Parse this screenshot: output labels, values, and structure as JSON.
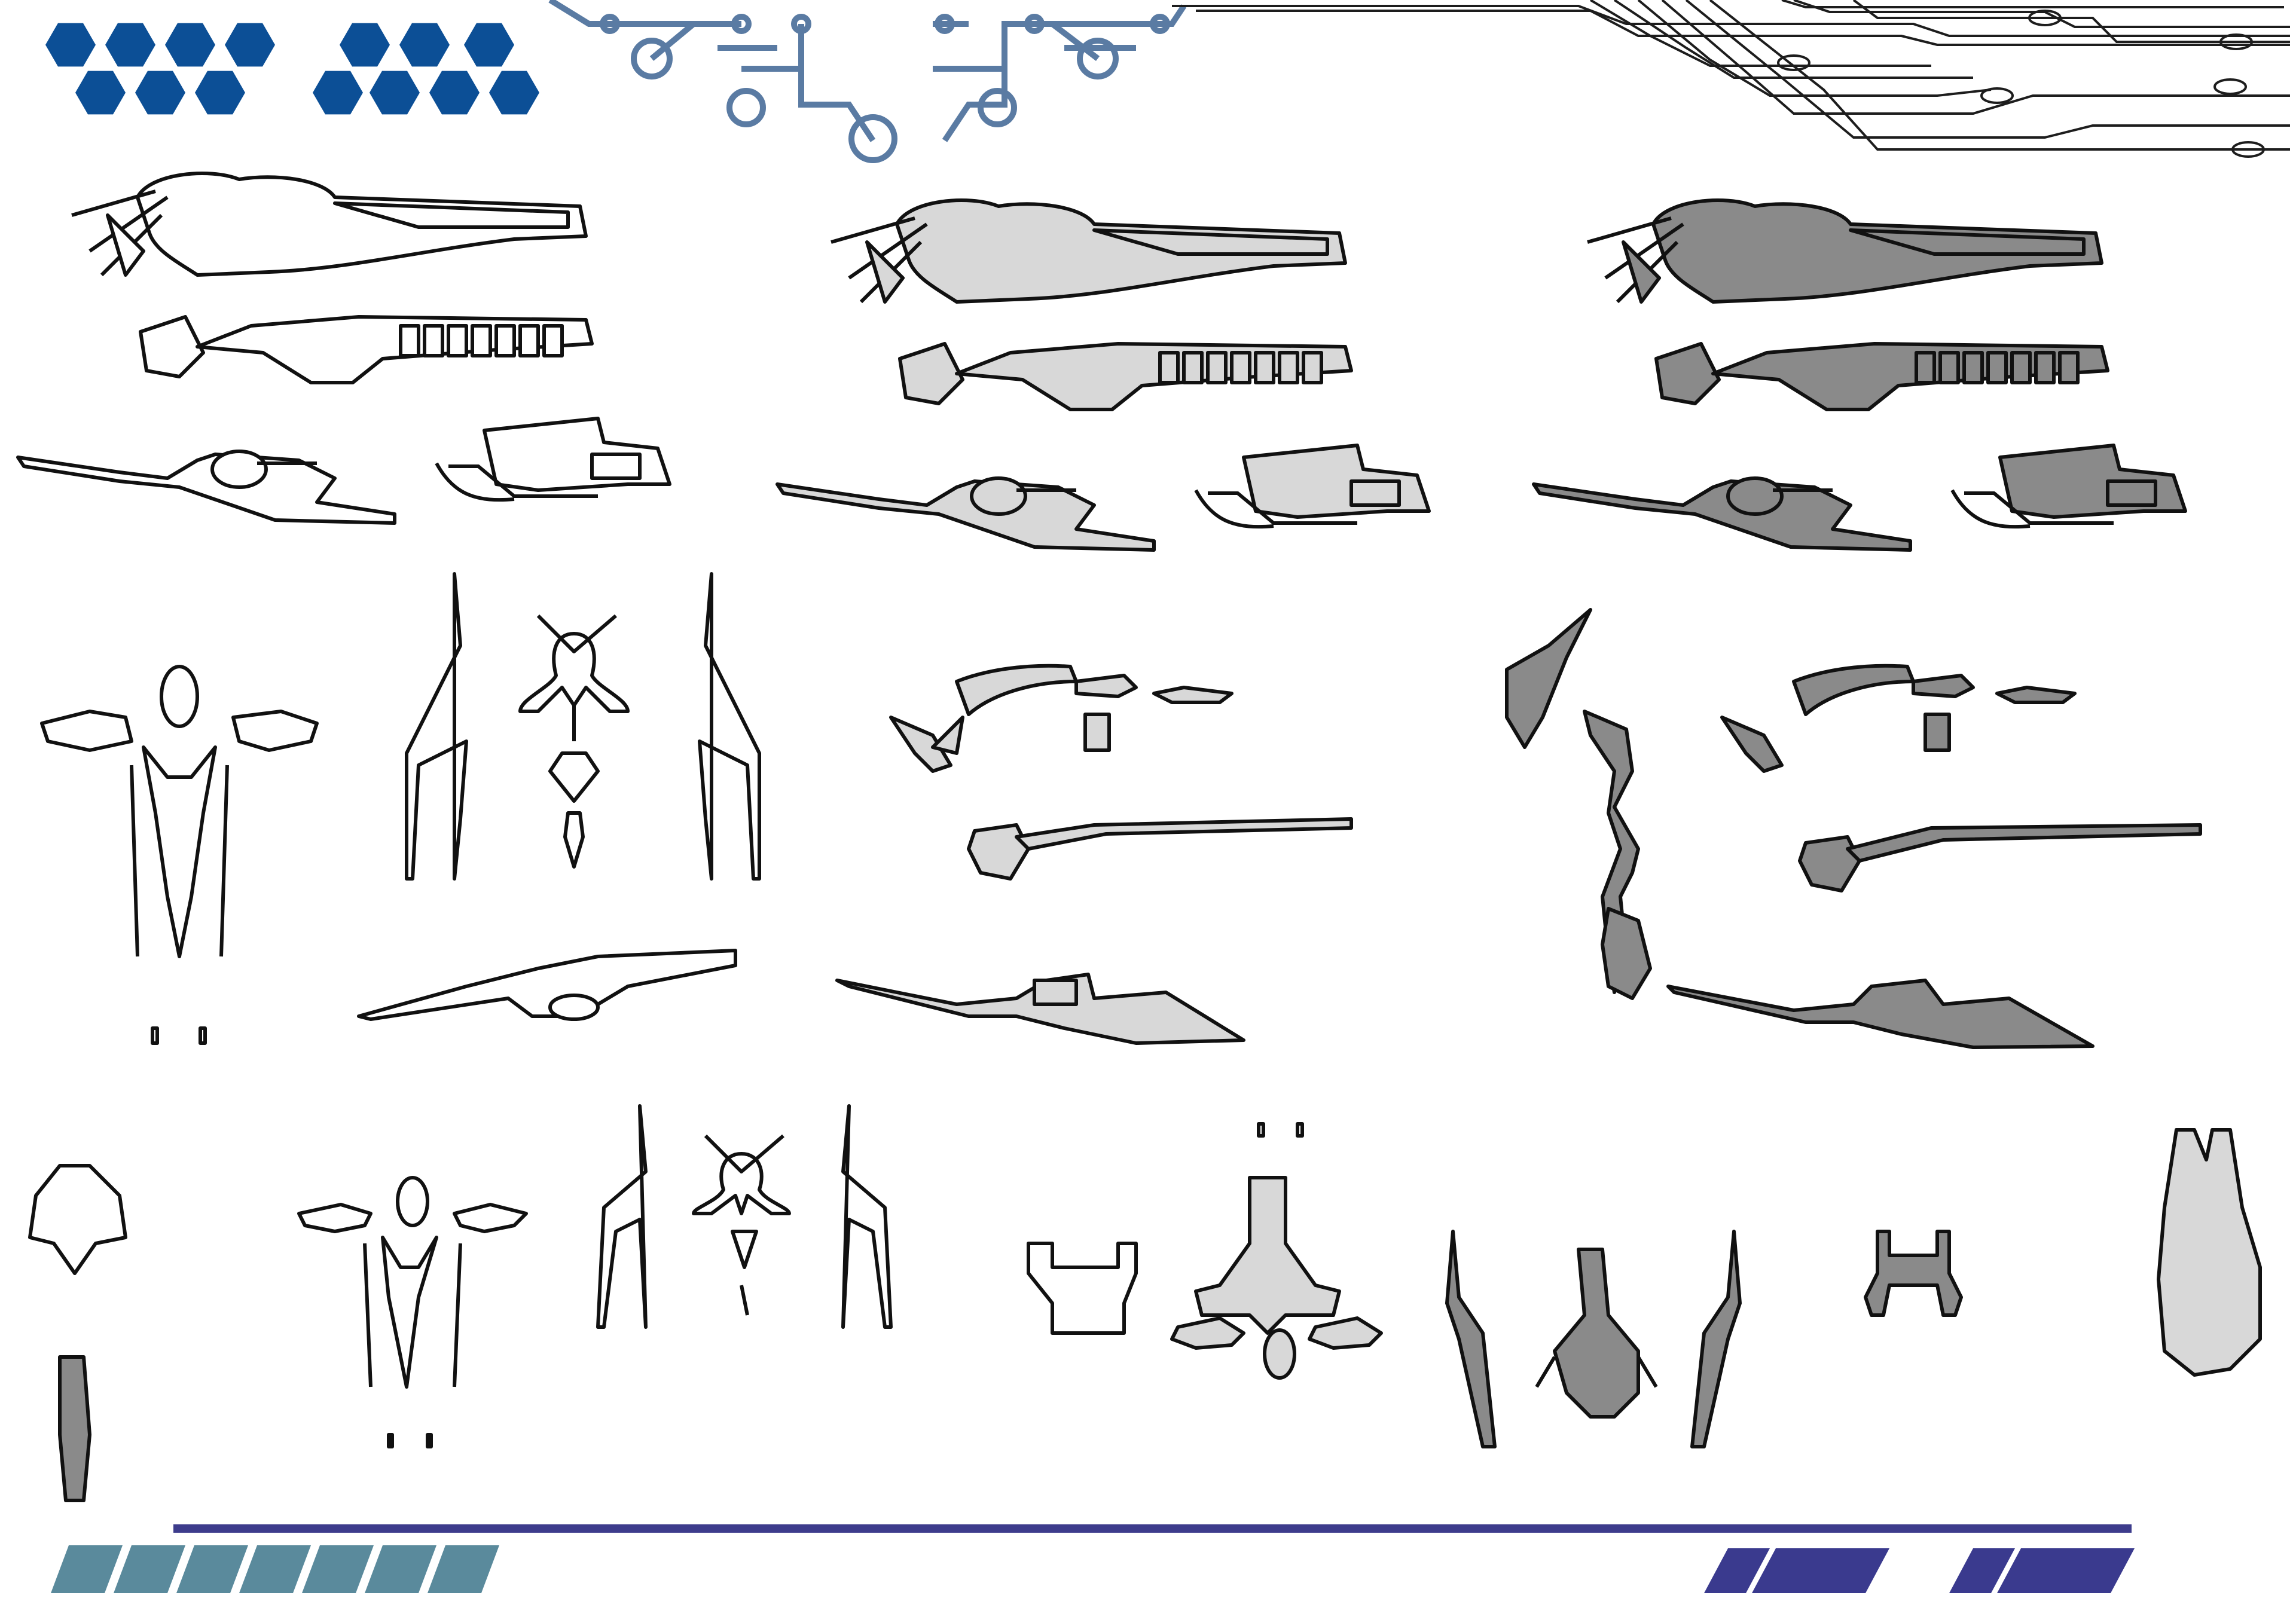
{
  "colors": {
    "hex_blue": "#0c4f96",
    "circuit_blue": "#5a7ba3",
    "circuit_gray": "#1d1d1d",
    "footer_rule": "#3d3c8c",
    "footer_teal": "#5a8a9c",
    "footer_indigo": "#3a3a8e",
    "part_outline": "#111111",
    "part_fill_white": "#ffffff",
    "part_fill_light": "#d8d8d8",
    "part_fill_mid": "#8a8a8a",
    "part_fill_dark": "#5a5a5a"
  },
  "header": {
    "icons": [
      "hexagon-pattern",
      "circuit-trace-blue",
      "circuit-trace-gray"
    ]
  },
  "sheets": [
    {
      "name": "line-art",
      "shading": "white"
    },
    {
      "name": "light-shaded",
      "shading": "light"
    },
    {
      "name": "dark-shaded",
      "shading": "dark"
    }
  ],
  "footer": {
    "icons": [
      "teal-parallelogram-tiles",
      "indigo-stripe-group"
    ]
  }
}
